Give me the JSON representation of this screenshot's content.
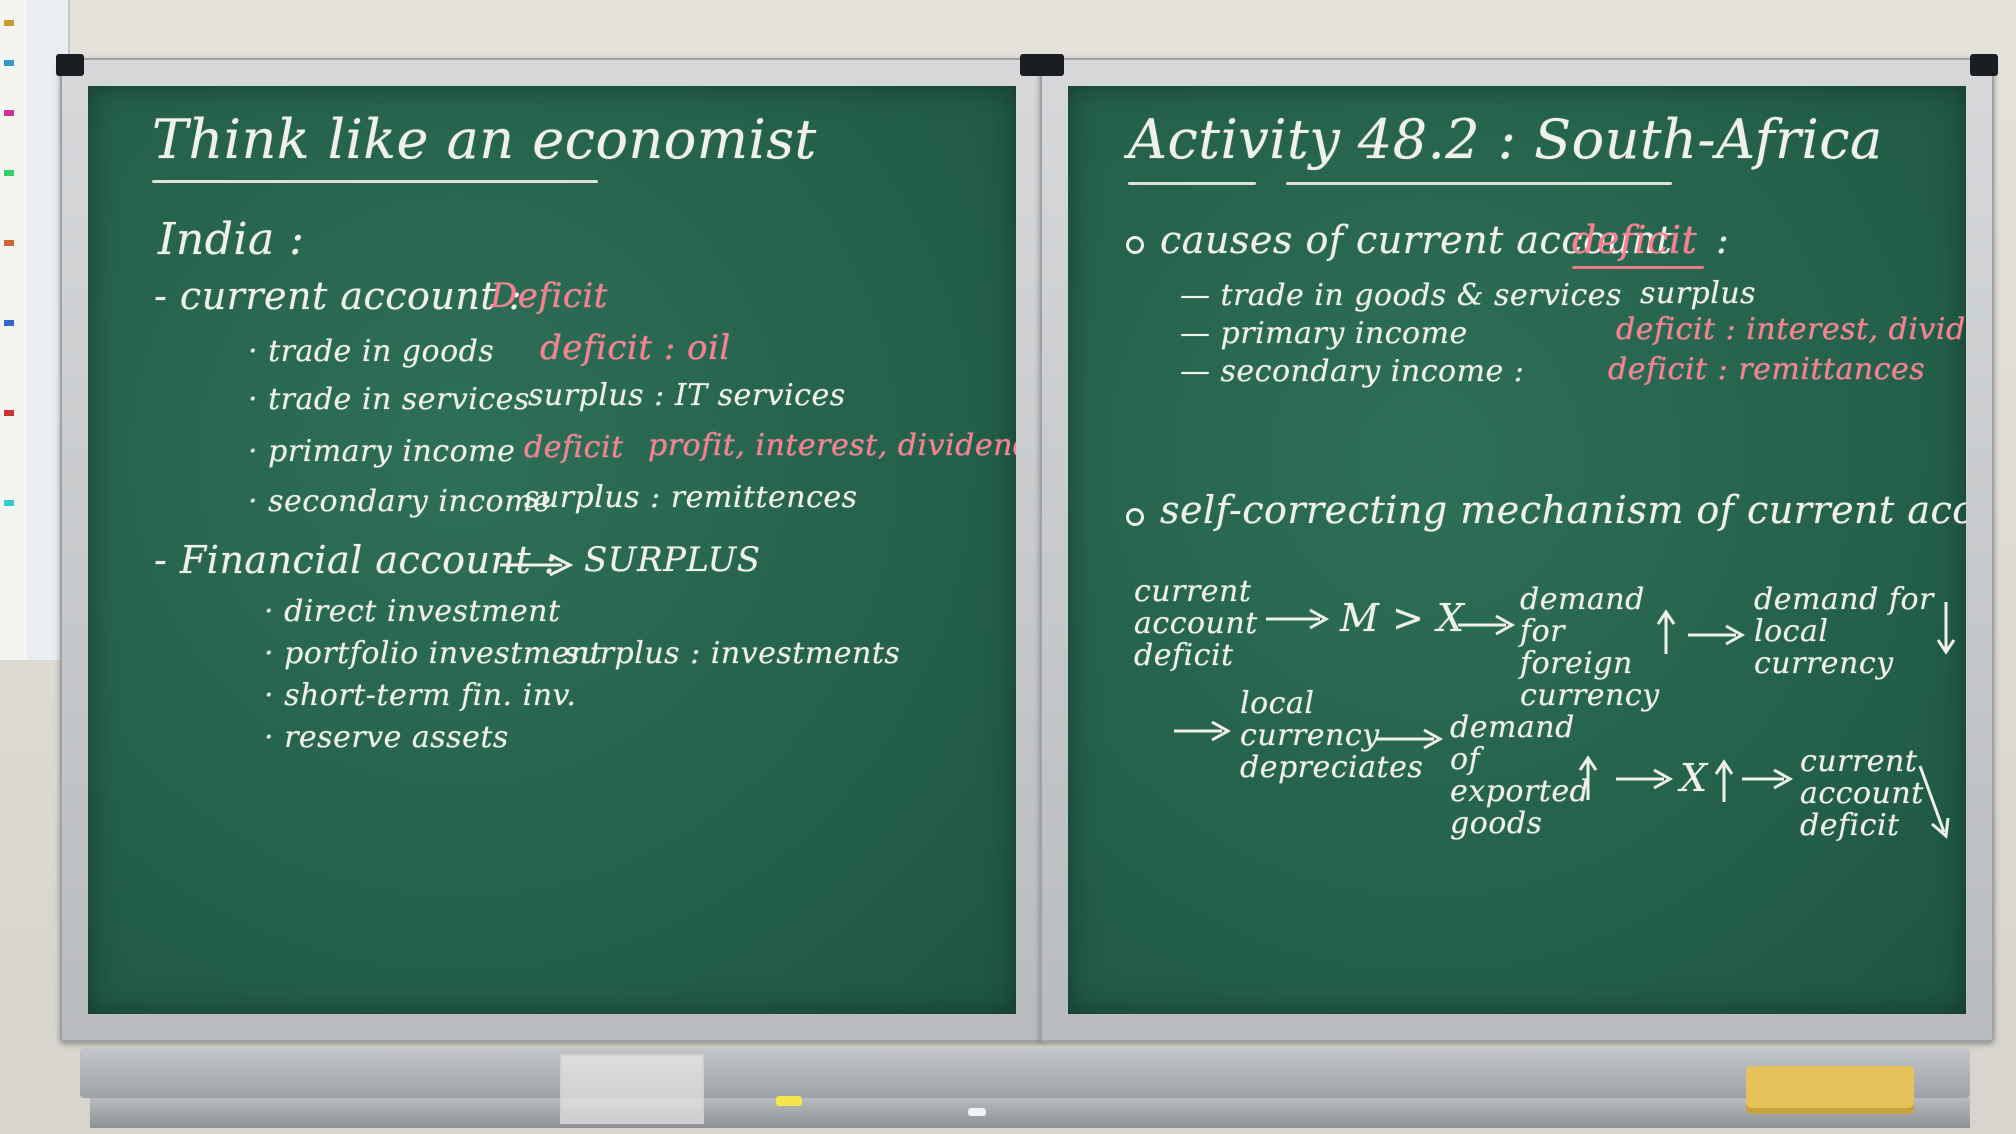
{
  "left_board": {
    "title": "Think like an economist",
    "country": "India :",
    "current_account": {
      "label": "- current account :",
      "value": "Deficit",
      "items": [
        {
          "label": "· trade in goods",
          "value": "deficit : oil"
        },
        {
          "label": "· trade in services",
          "value": "surplus : IT services"
        },
        {
          "label": "· primary income",
          "value_a": "deficit",
          "value_b": "profit, interest, dividends"
        },
        {
          "label": "· secondary income",
          "value": "surplus : remittences"
        }
      ]
    },
    "financial_account": {
      "label": "- Financial account :",
      "value": "SURPLUS",
      "items": [
        {
          "label": "· direct investment",
          "value": ""
        },
        {
          "label": "· portfolio investment",
          "value": "surplus : investments"
        },
        {
          "label": "· short-term fin. inv.",
          "value": ""
        },
        {
          "label": "· reserve assets",
          "value": ""
        }
      ]
    }
  },
  "right_board": {
    "title": "Activity 48.2 : South-Africa",
    "causes": {
      "heading": "causes of current account",
      "heading_red": "deficit",
      "heading_end": ":",
      "items": [
        {
          "label": "— trade in goods & services",
          "value": "surplus",
          "red": false
        },
        {
          "label": "— primary income",
          "value": "deficit : interest, dividends",
          "red": true
        },
        {
          "label": "— secondary income :",
          "value": "deficit : remittances",
          "red": true
        }
      ]
    },
    "mechanism": {
      "heading": "self-correcting mechanism of current account deficit :",
      "row1": {
        "n1": "current account deficit",
        "n2": "M > X",
        "n3": "demand for foreign currency",
        "n4": "demand for local currency"
      },
      "row2": {
        "n1": "local currency depreciates",
        "n2": "demand of exported goods",
        "n3": "X",
        "n4": "current account deficit"
      }
    }
  },
  "colors": {
    "board": "#24604a",
    "chalk_white": "#f1f1ec",
    "chalk_red": "#ff7d8e",
    "frame": "#c4c6c8",
    "sponge": "#e6c35a"
  }
}
